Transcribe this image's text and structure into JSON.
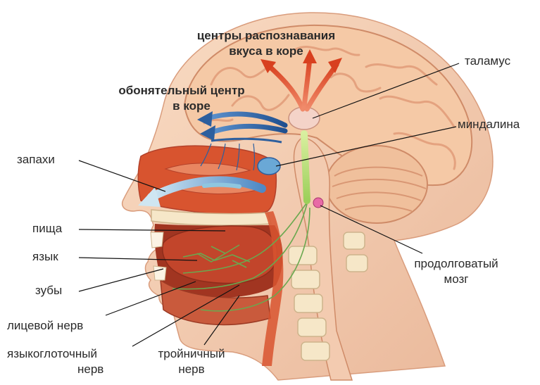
{
  "labels": {
    "taste_centers_1": "центры распознавания",
    "taste_centers_2": "вкуса в коре",
    "olfactory_center_1": "обонятельный центр",
    "olfactory_center_2": "в коре",
    "thalamus": "таламус",
    "amygdala": "миндалина",
    "smells": "запахи",
    "food": "пища",
    "tongue": "язык",
    "teeth": "зубы",
    "facial_nerve": "лицевой нерв",
    "glossopharyngeal_1": "языкоглоточный",
    "glossopharyngeal_2": "нерв",
    "trigeminal_1": "тройничный",
    "trigeminal_2": "нерв",
    "medulla_1": "продолговатый",
    "medulla_2": "мозг"
  },
  "colors": {
    "skin": "#f2c8a8",
    "brain": "#f5c9a6",
    "brain_fold": "#e4a27f",
    "nasal": "#d8542f",
    "tongue": "#c2452b",
    "mouth_dark": "#a13521",
    "bone": "#f6e7c8",
    "olfactory_arrow": "#3b6fb3",
    "taste_arrow": "#e0512f",
    "smell_arrow": "#8fc6df",
    "nerve": "#6aa84f",
    "amygdala": "#6aa8d6",
    "thalamus": "#f4d3c8",
    "medulla_dot": "#e86aa6"
  }
}
